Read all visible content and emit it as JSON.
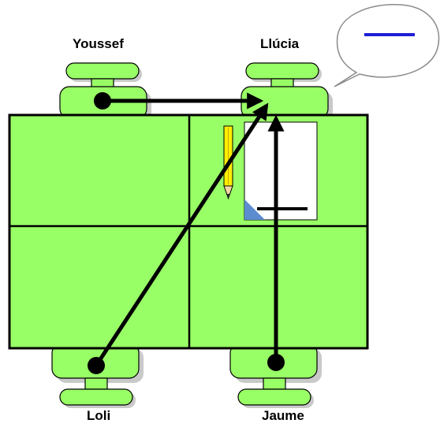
{
  "names": {
    "youssef": "Youssef",
    "llucia": "Llúcia",
    "loli": "Loli",
    "jaume": "Jaume"
  },
  "speech_bubble": {
    "content": "blue-dash",
    "dash_color": "#1f1fd6"
  },
  "colors": {
    "table_fill": "#99ff66",
    "chair_fill": "#99ff66",
    "chair_shadow": "#c9c9c9",
    "outline": "#000000",
    "arrow": "#000000",
    "paper": "#ffffff",
    "paper_corner": "#5b8ccf",
    "pencil_body": "#ffee00"
  },
  "arrows": [
    {
      "from": "youssef",
      "to": "llucia"
    },
    {
      "from": "loli",
      "to": "llucia"
    },
    {
      "from": "jaume",
      "to": "llucia"
    }
  ],
  "objects": {
    "pencil_icon": "pencil-icon",
    "paper_icon": "paper-sheet-icon"
  }
}
